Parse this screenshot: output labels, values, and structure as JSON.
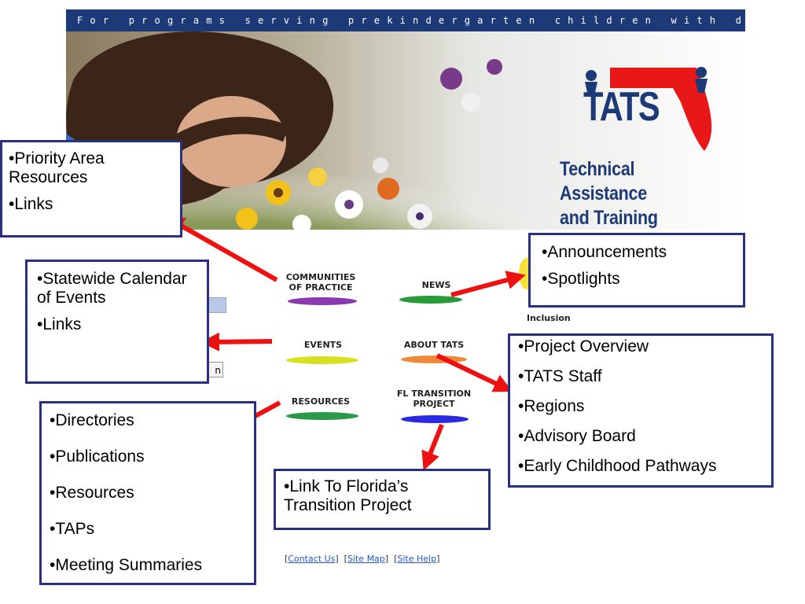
{
  "banner": {
    "text": "For programs serving prekindergarten children with disabilities"
  },
  "logo": {
    "name": "TATS",
    "line1": "Technical Assistance",
    "line2": "and Training System"
  },
  "nav": {
    "communities": "COMMUNITIES\nOF PRACTICE",
    "news": "NEWS",
    "events": "EVENTS",
    "about": "ABOUT TATS",
    "resources": "RESOURCES",
    "fl_transition": "FL TRANSITION\nPROJECT"
  },
  "partial_text": {
    "inclusion": "Inclusion",
    "button_fragment": "n"
  },
  "callouts": {
    "communities": [
      "•Priority Area Resources",
      "•Links"
    ],
    "news": [
      "•Announcements",
      "•Spotlights"
    ],
    "events": [
      "•Statewide Calendar of Events",
      "•Links"
    ],
    "about": [
      "•Project Overview",
      "•TATS Staff",
      "•Regions",
      "•Advisory Board",
      "•Early Childhood Pathways"
    ],
    "resources": [
      "•Directories",
      "•Publications",
      "•Resources",
      "•TAPs",
      "•Meeting Summaries"
    ],
    "fl_transition": [
      "•Link To Florida’s Transition Project"
    ]
  },
  "footer": {
    "contact": "Contact Us",
    "sitemap": "Site Map",
    "sitehelp": "Site Help"
  },
  "colors": {
    "banner": "#1c3a78",
    "callout_border": "#2b2f7f",
    "arrow": "#ee1111",
    "florida_red": "#e81818"
  }
}
